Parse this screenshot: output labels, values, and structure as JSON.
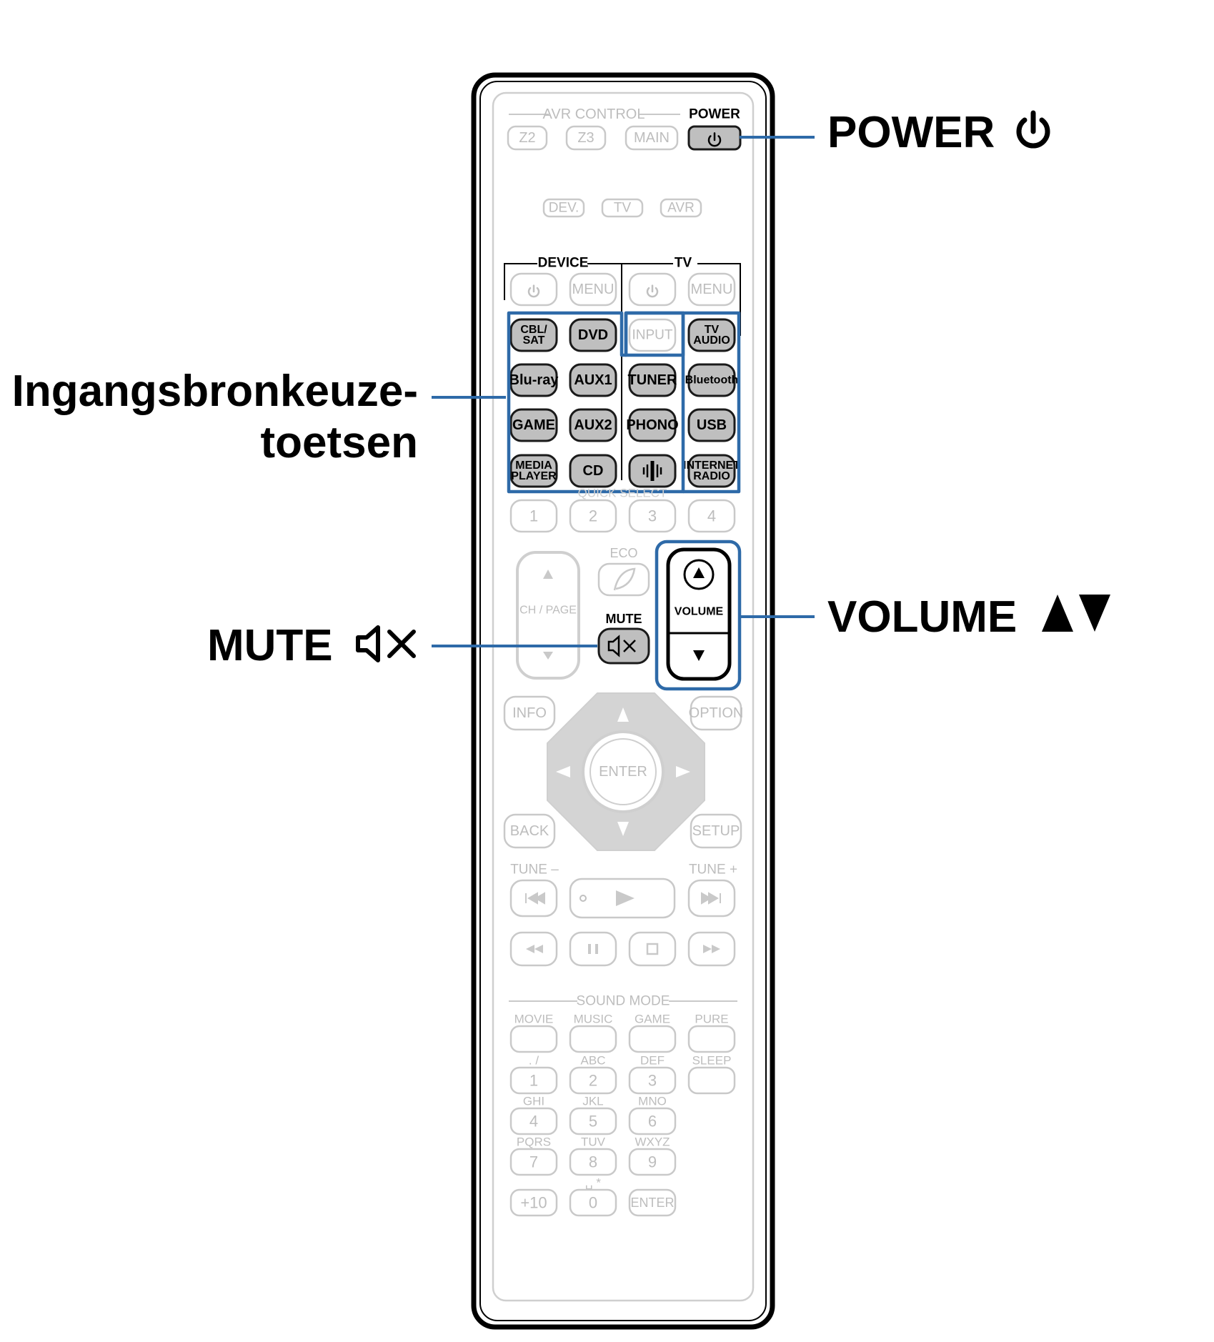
{
  "remote": {
    "avr_control": {
      "label": "AVR CONTROL",
      "power_label": "POWER",
      "buttons": [
        "Z2",
        "Z3",
        "MAIN"
      ],
      "power_icon": "power-icon"
    },
    "mode_buttons": [
      "DEV.",
      "TV",
      "AVR"
    ],
    "device_group": {
      "label": "DEVICE",
      "menu_label": "MENU",
      "power_icon": "power-icon"
    },
    "tv_group": {
      "label": "TV",
      "menu_label": "MENU",
      "power_icon": "power-icon"
    },
    "input_label": "INPUT",
    "source_buttons": [
      [
        "CBL/\nSAT",
        "DVD",
        null,
        "TV\nAUDIO"
      ],
      [
        "Blu-ray",
        "AUX1",
        "TUNER",
        "Bluetooth"
      ],
      [
        "GAME",
        "AUX2",
        "PHONO",
        "USB"
      ],
      [
        "MEDIA\nPLAYER",
        "CD",
        "heos-icon",
        "INTERNET\nRADIO"
      ]
    ],
    "quick_select": {
      "label": "QUICK SELECT",
      "buttons": [
        "1",
        "2",
        "3",
        "4"
      ]
    },
    "ch_page_label": "CH / PAGE",
    "eco_label": "ECO",
    "mute_label": "MUTE",
    "volume_label": "VOLUME",
    "nav": {
      "enter": "ENTER",
      "info": "INFO",
      "option": "OPTION",
      "back": "BACK",
      "setup": "SETUP"
    },
    "tune": {
      "minus": "TUNE –",
      "plus": "TUNE +"
    },
    "sound_mode": {
      "label": "SOUND MODE",
      "buttons": [
        "MOVIE",
        "MUSIC",
        "GAME",
        "PURE"
      ]
    },
    "keypad": {
      "rows": [
        [
          {
            "top": ". /",
            "key": "1"
          },
          {
            "top": "ABC",
            "key": "2"
          },
          {
            "top": "DEF",
            "key": "3"
          },
          {
            "top": "SLEEP",
            "key": ""
          }
        ],
        [
          {
            "top": "GHI",
            "key": "4"
          },
          {
            "top": "JKL",
            "key": "5"
          },
          {
            "top": "MNO",
            "key": "6"
          }
        ],
        [
          {
            "top": "PQRS",
            "key": "7"
          },
          {
            "top": "TUV",
            "key": "8"
          },
          {
            "top": "WXYZ",
            "key": "9"
          }
        ],
        [
          {
            "top": "",
            "key": "+10"
          },
          {
            "top": "␣ *",
            "key": "0"
          },
          {
            "top": "",
            "key": "ENTER"
          }
        ]
      ]
    }
  },
  "callouts": {
    "power": "POWER",
    "input_select_line1": "Ingangsbronkeuze-",
    "input_select_line2": "toetsen",
    "mute": "MUTE",
    "volume": "VOLUME"
  },
  "colors": {
    "highlight": "#2e6aa8",
    "active_button": "#bfbfbf",
    "inactive": "#c9c9c9"
  }
}
